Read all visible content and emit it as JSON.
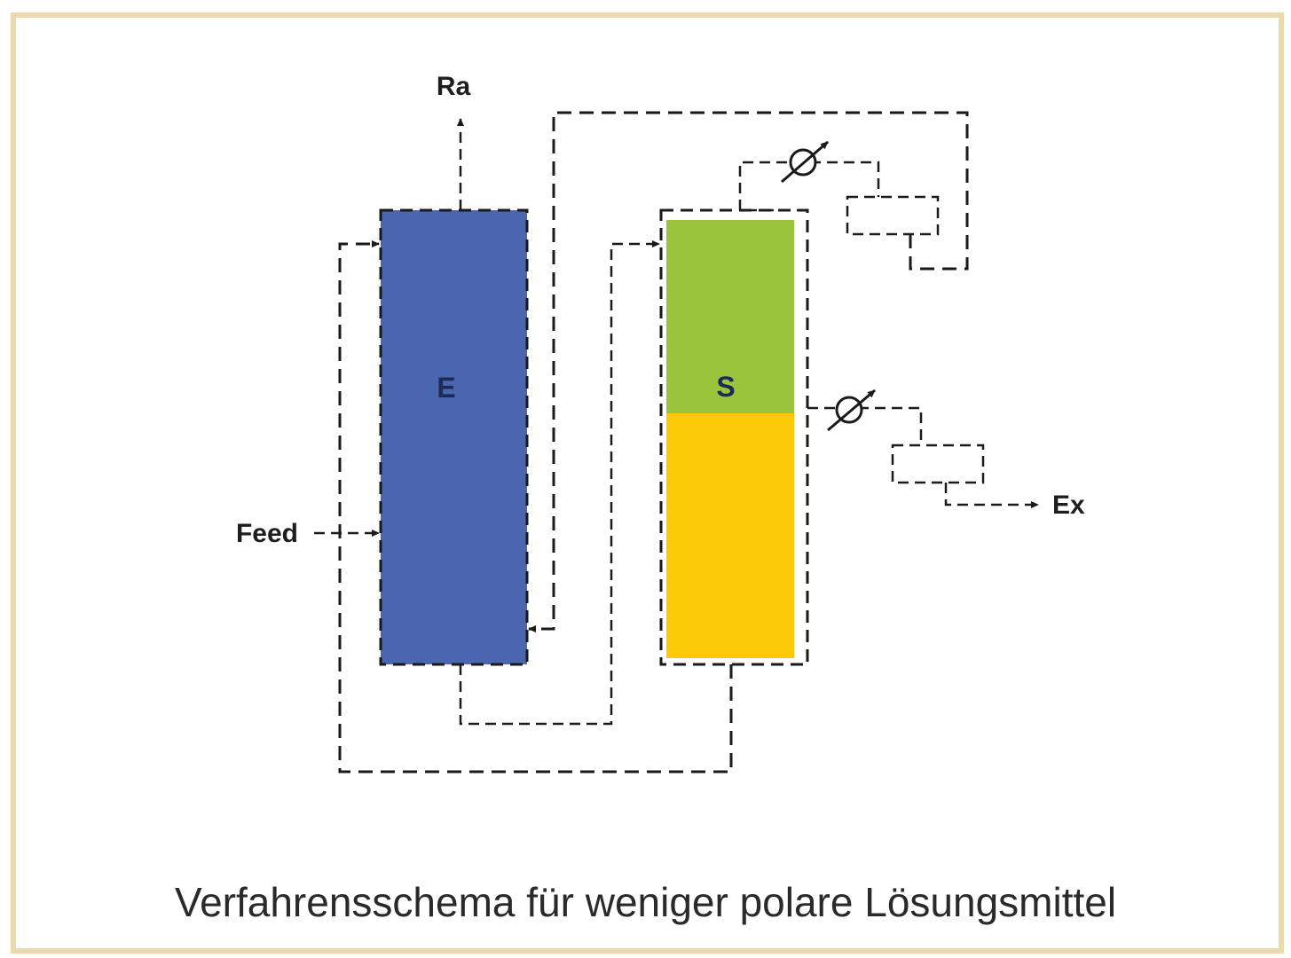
{
  "diagram": {
    "caption": "Verfahrensschema für weniger polare Lösungsmittel",
    "labels": {
      "ra": "Ra",
      "feed": "Feed",
      "ex": "Ex",
      "extractor": "E",
      "separator": "S"
    },
    "colors": {
      "extractor_fill": "#4a66b0",
      "separator_top_fill": "#9ac43c",
      "separator_bottom_fill": "#fdcb0a",
      "frame_border": "#ecd9ad",
      "line": "#1a1a1a"
    },
    "icons": [
      "valve-icon",
      "valve-icon",
      "heat-exchanger-icon",
      "heat-exchanger-icon"
    ]
  }
}
